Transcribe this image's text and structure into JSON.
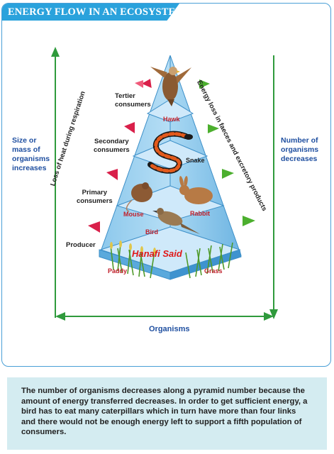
{
  "title": "ENERGY FLOW IN AN ECOSYSTEM",
  "levels": {
    "tertiary": "Tertier\nconsumers",
    "secondary": "Secondary\nconsumers",
    "primary": "Primary\nconsumers",
    "producer": "Producer"
  },
  "organisms": {
    "hawk": "Hawk",
    "snake": "Snake",
    "mouse": "Mouse",
    "rabbit": "Rabbit",
    "bird": "Bird",
    "paddy": "Paddy",
    "grass": "Grass"
  },
  "side_left": "Size or\nmass of\norganisms\nincreases",
  "side_right": "Number of\norganisms\ndecreases",
  "loss_heat": "Loss of heat during respiration",
  "loss_faeces": "Energy loss in faeces and excretory products",
  "bottom_axis": "Organisms",
  "watermark": "Hanafi Said",
  "description": "The number of organisms decreases along a pyramid number because the amount of energy transferred decreases. In order to get sufficient energy, a bird has to eat many caterpillars which in turn have more than four links and there would not be enough energy left to support a fifth population of consumers.",
  "colors": {
    "accent": "#2aa2dc",
    "axis_green": "#2f9a3c",
    "pyramid_blue": "#8ec9ec",
    "heat_red": "#d9204a",
    "excretion_green": "#4caf2e",
    "label_blue": "#1f4fa0",
    "organism_red": "#c0202b",
    "panel_bg": "#d4ecf1"
  }
}
